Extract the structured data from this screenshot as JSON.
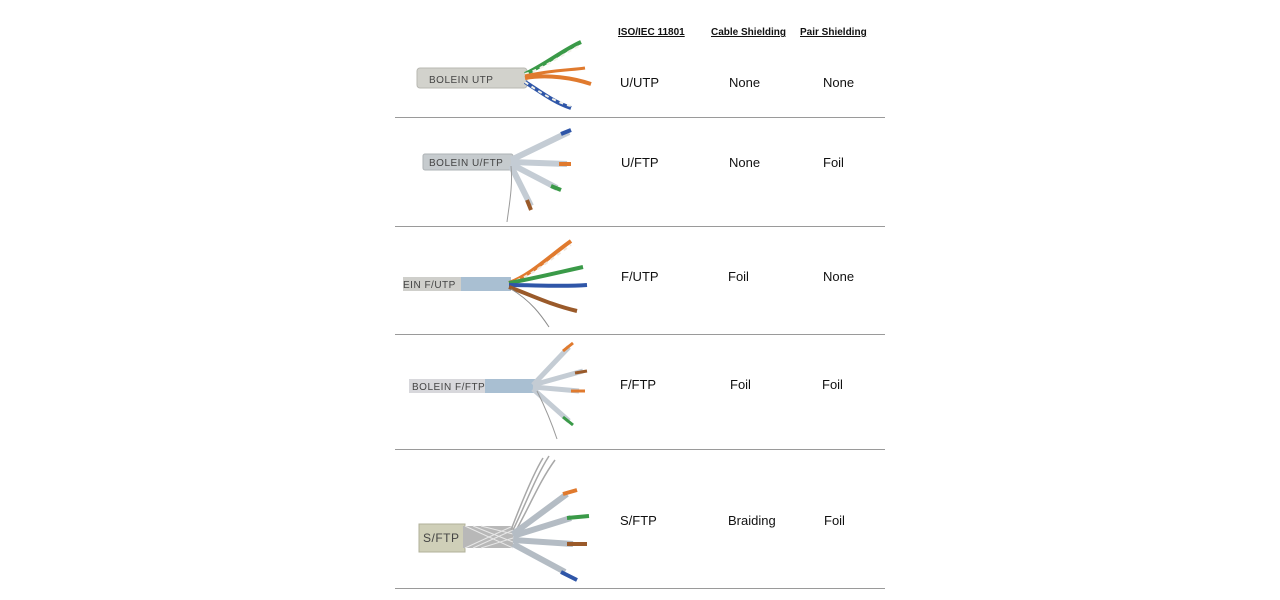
{
  "table": {
    "headers": {
      "standard": "ISO/IEC 11801",
      "cable": "Cable Shielding",
      "pair": "Pair Shielding"
    },
    "rows": [
      {
        "standard": "U/UTP",
        "cable": "None",
        "pair": "None",
        "jacket_label": "BOLEIN  UTP"
      },
      {
        "standard": "U/FTP",
        "cable": "None",
        "pair": "Foil",
        "jacket_label": "BOLEIN U/FTP"
      },
      {
        "standard": "F/UTP",
        "cable": "Foil",
        "pair": "None",
        "jacket_label": "EIN F/UTP"
      },
      {
        "standard": "F/FTP",
        "cable": "Foil",
        "pair": "Foil",
        "jacket_label": "BOLEIN F/FTP"
      },
      {
        "standard": "S/FTP",
        "cable": "Braiding",
        "pair": "Foil",
        "jacket_label": "S/FTP"
      }
    ]
  },
  "colors": {
    "jacket": "#cfcfcb",
    "foil": "#a9bfd2",
    "orange": "#e07a2e",
    "green": "#3a9a48",
    "blue": "#2f56a8",
    "brown": "#9a5a2a",
    "divider": "#9a9a9a"
  }
}
